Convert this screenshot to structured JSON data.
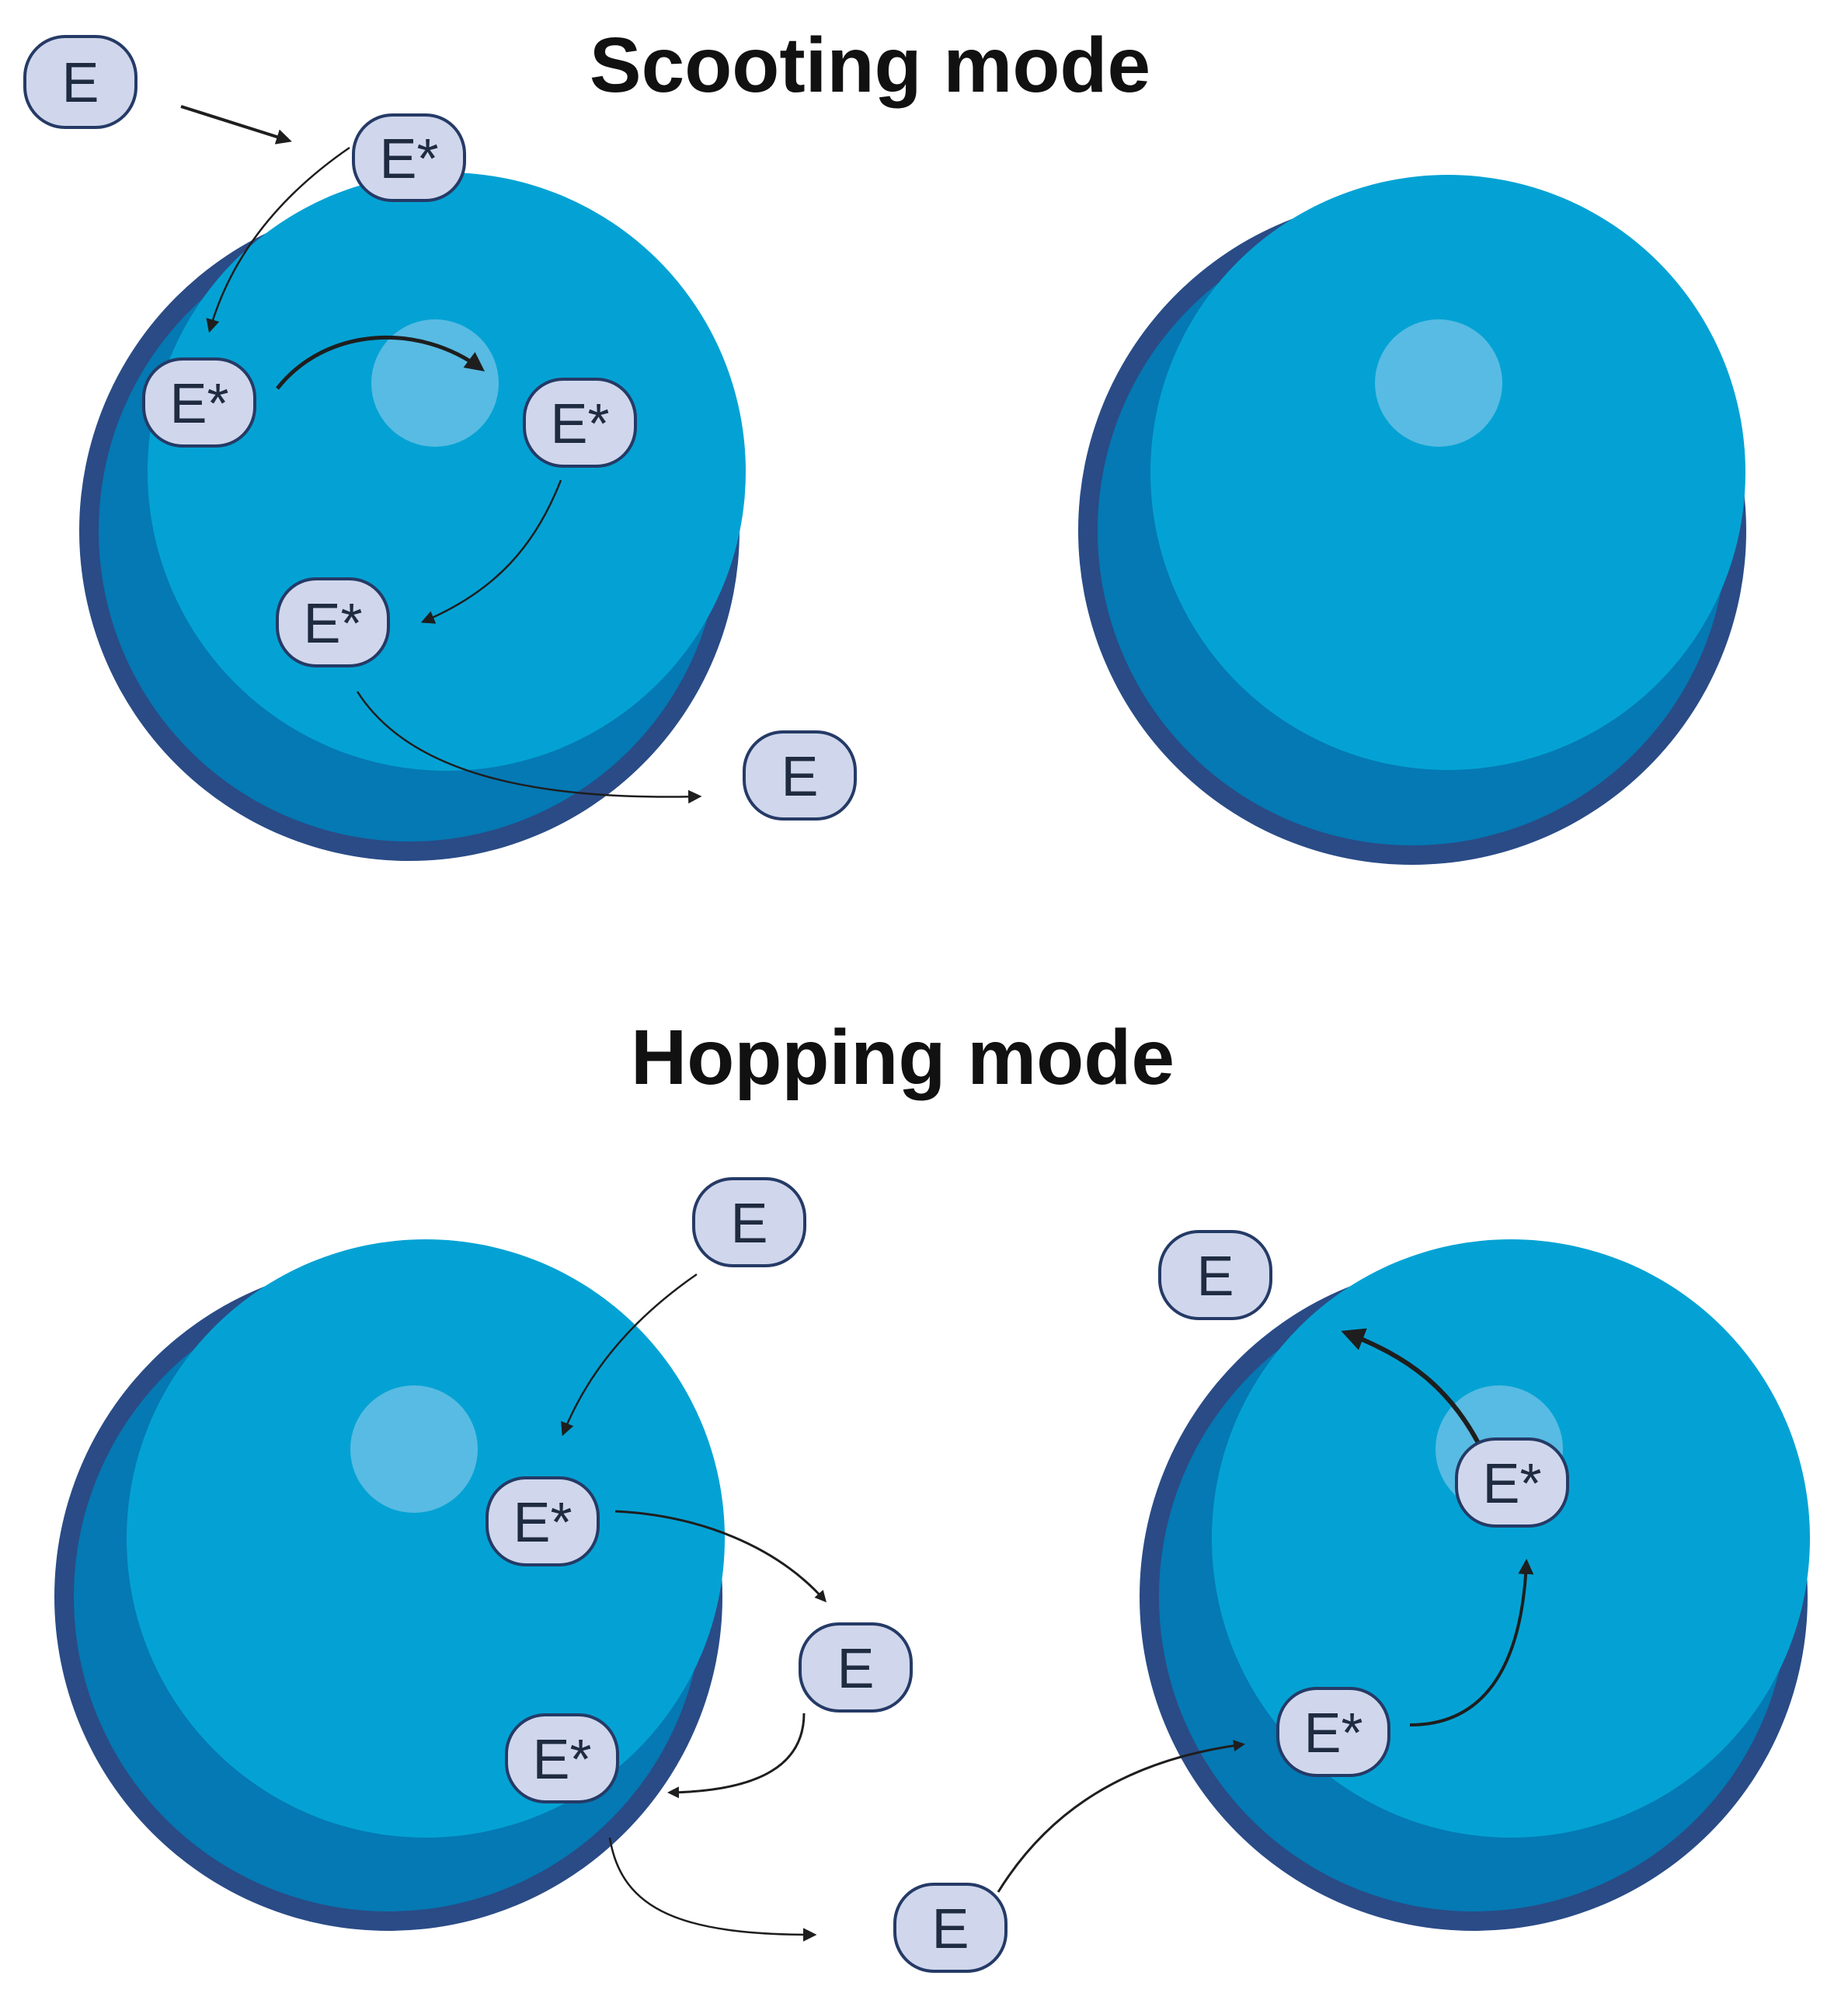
{
  "titles": {
    "scooting": "Scooting mode",
    "hopping": "Hopping mode"
  },
  "labels": {
    "enzyme": "E",
    "enzyme_bound": "E*"
  },
  "colors": {
    "outer_ring": "#2a4b86",
    "inner_shadow": "#0479b3",
    "inner_fill": "#04a2d4",
    "highlight": "#58bbe3",
    "node_fill": "#d0d7ec",
    "node_stroke": "#253a66",
    "arrow": "#1e1e1e",
    "title": "#111111"
  }
}
